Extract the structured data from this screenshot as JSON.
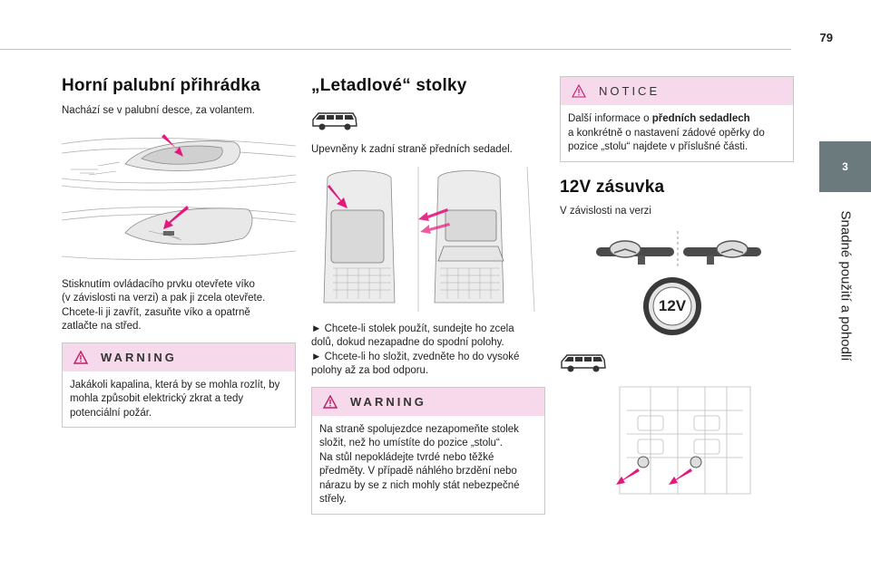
{
  "page": {
    "number": "79"
  },
  "side_tab": {
    "chapter_number": "3",
    "chapter_title": "Snadné použití a pohodlí"
  },
  "col1": {
    "title": "Horní palubní přihrádka",
    "intro": "Nachází se v palubní desce, za volantem.",
    "instructions": [
      "Stisknutím ovládacího prvku otevřete víko",
      "(v závislosti na verzi) a pak ji zcela otevřete.",
      "Chcete-li ji zavřít, zasuňte víko a opatrně",
      "zatlačte na střed."
    ],
    "warning": {
      "heading": "WARNING",
      "lines": [
        "Jakákoli kapalina, která by se mohla rozlít, by",
        "mohla způsobit elektrický zkrat a tedy",
        "potenciální požár."
      ]
    }
  },
  "col2": {
    "title": "„Letadlové“ stolky",
    "intro": "Upevněny k zadní straně předních sedadel.",
    "steps": [
      "► Chcete-li stolek použít, sundejte ho zcela",
      "dolů, dokud nezapadne do spodní polohy.",
      "► Chcete-li ho složit, zvedněte ho do vysoké",
      "polohy až za bod odporu."
    ],
    "warning": {
      "heading": "WARNING",
      "lines": [
        "Na straně spolujezdce nezapomeňte stolek",
        "složit, než ho umístíte do pozice „stolu“.",
        "Na stůl nepokládejte tvrdé nebo těžké",
        "předměty. V případě náhlého brzdění nebo",
        "nárazu by se z nich mohly stát nebezpečné",
        "střely."
      ]
    }
  },
  "col3": {
    "notice": {
      "heading": "NOTICE",
      "line1_prefix": "Další informace o ",
      "line1_bold": "předních sedadlech",
      "lines": [
        "a konkrétně o nastavení zádové opěrky do",
        "pozice „stolu“ najdete v příslušné části."
      ]
    },
    "title": "12V zásuvka",
    "intro": "V závislosti na verzi",
    "socket_label": "12V"
  },
  "colors": {
    "accent_pink": "#e2187b",
    "warn_bg": "#f6d9eb",
    "tab_grey": "#6b7a7d"
  },
  "icons": [
    "warning-triangle-icon",
    "van-icon",
    "steering-wheel-icon",
    "socket-12v-icon"
  ]
}
